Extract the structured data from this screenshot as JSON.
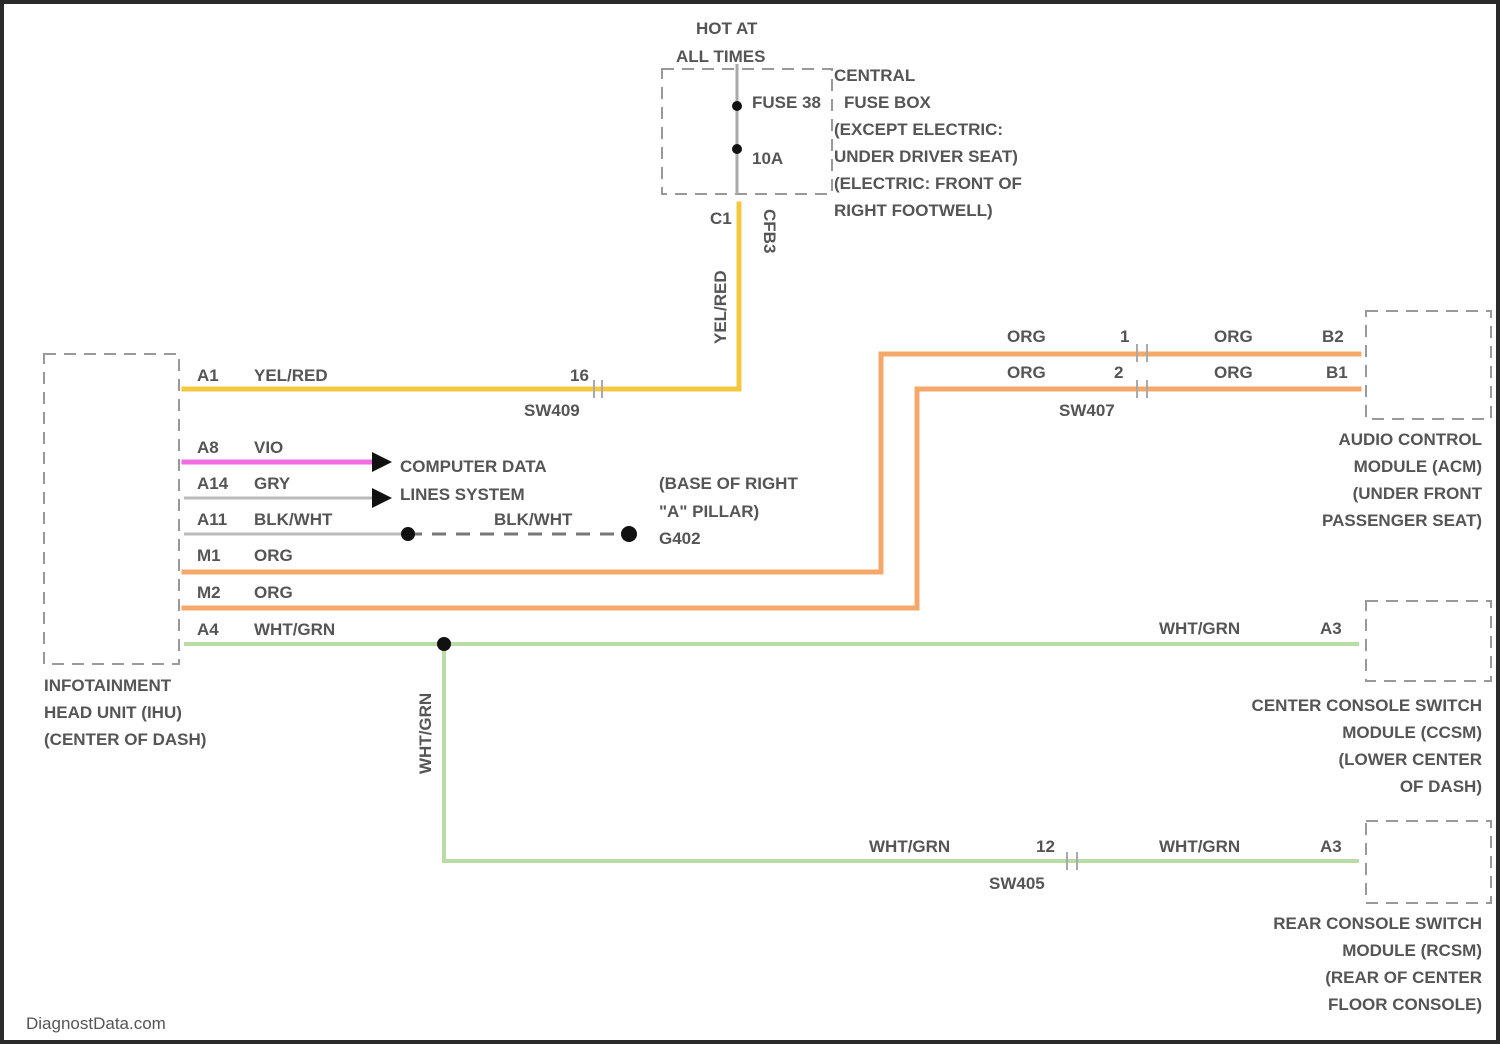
{
  "colors": {
    "yel_red": "#f5c842",
    "orange": "#f4a86a",
    "violet": "#f06ce0",
    "gray": "#bbbbbb",
    "wht_grn": "#b9dca6",
    "black": "#111111"
  },
  "fuse": {
    "hot1": "HOT AT",
    "hot2": "ALL TIMES",
    "l1": "CENTRAL",
    "l2": "FUSE 38",
    "l2b": "FUSE BOX",
    "l3": "(EXCEPT ELECTRIC:",
    "l4": "UNDER DRIVER SEAT)",
    "l5": "(ELECTRIC: FRONT OF",
    "l6": "RIGHT FOOTWELL)",
    "rating": "10A",
    "pin": "C1",
    "conn": "CFB3"
  },
  "wires": {
    "vert_yel": "YEL/RED",
    "a1_pin": "A1",
    "a1_color": "YEL/RED",
    "sw409_pin": "16",
    "sw409": "SW409",
    "a8_pin": "A8",
    "a8_color": "VIO",
    "a14_pin": "A14",
    "a14_color": "GRY",
    "cdls1": "COMPUTER DATA",
    "cdls2": "LINES SYSTEM",
    "a11_pin": "A11",
    "a11_color": "BLK/WHT",
    "ground_color": "BLK/WHT",
    "g1": "(BASE OF RIGHT",
    "g2": "\"A\" PILLAR)",
    "g3": "G402",
    "m1_pin": "M1",
    "m1_color": "ORG",
    "m2_pin": "M2",
    "m2_color": "ORG",
    "a4_pin": "A4",
    "a4_color": "WHT/GRN",
    "org1_left": "ORG",
    "org1_pin": "1",
    "org1_right": "ORG",
    "org1_b": "B2",
    "org2_left": "ORG",
    "org2_pin": "2",
    "org2_right": "ORG",
    "org2_b": "B1",
    "sw407": "SW407",
    "ccsm_color": "WHT/GRN",
    "ccsm_pin": "A3",
    "vert_grn": "WHT/GRN",
    "rc_left": "WHT/GRN",
    "rc_pin": "12",
    "rc_right": "WHT/GRN",
    "rc_a": "A3",
    "sw405": "SW405"
  },
  "modules": {
    "ihu": [
      "INFOTAINMENT",
      "HEAD UNIT (IHU)",
      "(CENTER OF DASH)"
    ],
    "acm": [
      "AUDIO CONTROL",
      "MODULE (ACM)",
      "(UNDER FRONT",
      "PASSENGER SEAT)"
    ],
    "ccsm": [
      "CENTER CONSOLE SWITCH",
      "MODULE (CCSM)",
      "(LOWER CENTER",
      "OF DASH)"
    ],
    "rcsm": [
      "REAR CONSOLE SWITCH",
      "MODULE (RCSM)",
      "(REAR OF CENTER",
      "FLOOR CONSOLE)"
    ]
  },
  "watermark": "DiagnostData.com"
}
